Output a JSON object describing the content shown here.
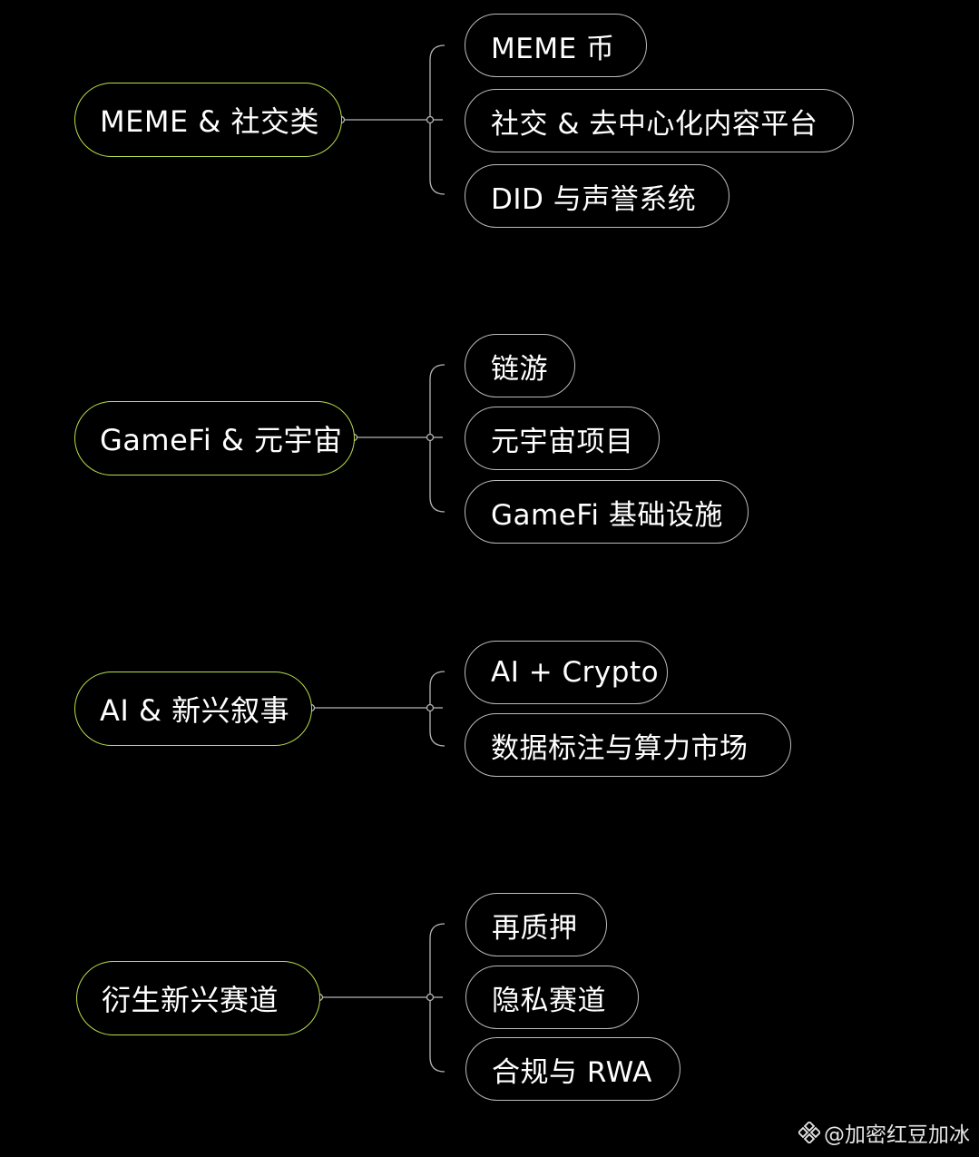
{
  "colors": {
    "background": "#000000",
    "root_border": "#b7e04a",
    "leaf_border": "#bcbcbc",
    "connector": "#b5b5b5",
    "text": "#ffffff"
  },
  "groups": [
    {
      "root": "MEME & 社交类",
      "children": [
        "MEME 币",
        "社交 & 去中心化内容平台",
        "DID 与声誉系统"
      ]
    },
    {
      "root": "GameFi & 元宇宙",
      "children": [
        "链游",
        "元宇宙项目",
        "GameFi 基础设施"
      ]
    },
    {
      "root": "AI & 新兴叙事",
      "children": [
        "AI + Crypto",
        "数据标注与算力市场"
      ]
    },
    {
      "root": "衍生新兴赛道",
      "children": [
        "再质押",
        "隐私赛道",
        "合规与 RWA"
      ]
    }
  ],
  "watermark": {
    "icon": "diamond-logo-icon",
    "text": "@加密红豆加冰"
  }
}
